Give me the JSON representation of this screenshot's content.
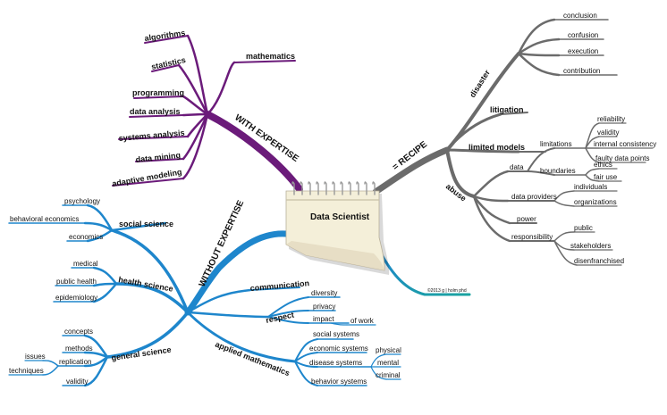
{
  "center": {
    "title": "Data Scientist",
    "copyright": "©2013 g | holm phd"
  },
  "colors": {
    "purple": "#6b1b7a",
    "blue": "#1e86cc",
    "gray": "#6b6b6b",
    "teal": "#1aa3a0"
  },
  "with_expertise": {
    "label": "WITH EXPERTISE",
    "items": [
      "algorithms",
      "statistics",
      "mathematics",
      "programming",
      "data analysis",
      "systems analysis",
      "data mining",
      "adaptive modeling"
    ]
  },
  "recipe": {
    "label": "= RECIPE",
    "disaster": {
      "label": "disaster",
      "items": [
        "conclusion",
        "confusion",
        "execution",
        "contribution"
      ]
    },
    "litigation": "litigation",
    "limited_models": "limited models",
    "abuse": {
      "label": "abuse",
      "data": "data",
      "limitations": "limitations",
      "limitations_items": [
        "reliability",
        "validity",
        "internal consistency",
        "faulty data points"
      ],
      "boundaries": "boundaries",
      "boundaries_items": [
        "ethics",
        "fair use"
      ],
      "data_providers": "data providers",
      "data_providers_items": [
        "individuals",
        "organizations"
      ],
      "power": "power",
      "responsibility": "responsibility",
      "responsibility_items": [
        "public",
        "stakeholders",
        "disenfranchised"
      ]
    }
  },
  "without_expertise": {
    "label": "WITHOUT EXPERTISE",
    "social_science": {
      "label": "social science",
      "items": [
        "psychology",
        "behavioral economics",
        "economics"
      ]
    },
    "health_science": {
      "label": "health science",
      "items": [
        "medical",
        "public health",
        "epidemiology"
      ]
    },
    "general_science": {
      "label": "general science",
      "items": [
        "concepts",
        "methods",
        "replication",
        "validity"
      ],
      "sub": [
        "issues",
        "techniques"
      ]
    },
    "communication": "communication",
    "respect": {
      "label": "respect",
      "items": [
        "diversity",
        "privacy",
        "impact"
      ],
      "impact_sub": "of work"
    },
    "applied_mathematics": {
      "label": "applied mathematics",
      "items": [
        "social systems",
        "economic systems",
        "disease systems",
        "behavior systems"
      ],
      "disease_sub": [
        "physical",
        "mental",
        "criminal"
      ]
    }
  }
}
